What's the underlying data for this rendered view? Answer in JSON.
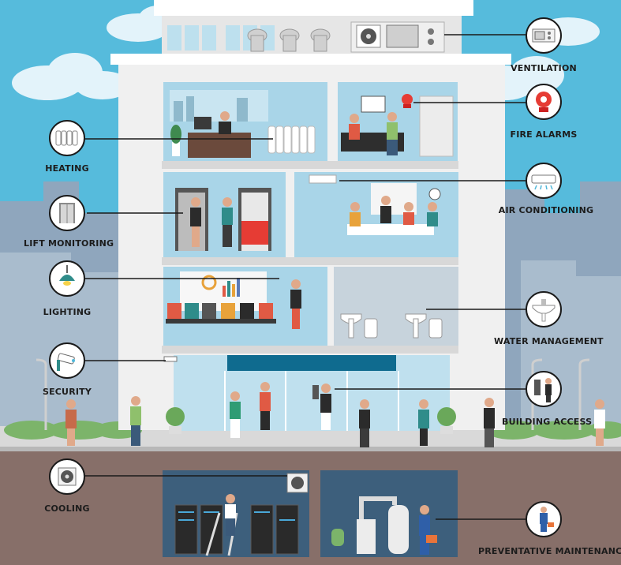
{
  "labels": {
    "ventilation": "VENTILATION",
    "fire_alarms": "FIRE ALARMS",
    "heating": "HEATING",
    "air_conditioning": "AIR CONDITIONING",
    "lift_monitoring": "LIFT MONITORING",
    "lighting": "LIGHTING",
    "water_management": "WATER MANAGEMENT",
    "security": "SECURITY",
    "building_access": "BUILDING ACCESS",
    "cooling": "COOLING",
    "preventative_maintenance": "PREVENTATIVE MAINTENANCE"
  },
  "icons": {
    "ventilation": "vent-unit-icon",
    "fire_alarms": "fire-bell-icon",
    "heating": "radiator-icon",
    "air_conditioning": "wall-ac-icon",
    "lift_monitoring": "elevator-door-icon",
    "lighting": "pendant-lamp-icon",
    "water_management": "sink-icon",
    "security": "cctv-camera-icon",
    "building_access": "access-panel-person-icon",
    "cooling": "fan-unit-icon",
    "preventative_maintenance": "technician-icon"
  },
  "colors": {
    "sky": "#4fb7d9",
    "room": "#a9d4e6",
    "wall": "#f2f2f2",
    "ground": "#866e68",
    "basement": "#4a6b86",
    "accent_red": "#e63c34",
    "line": "#1a1a1a"
  }
}
